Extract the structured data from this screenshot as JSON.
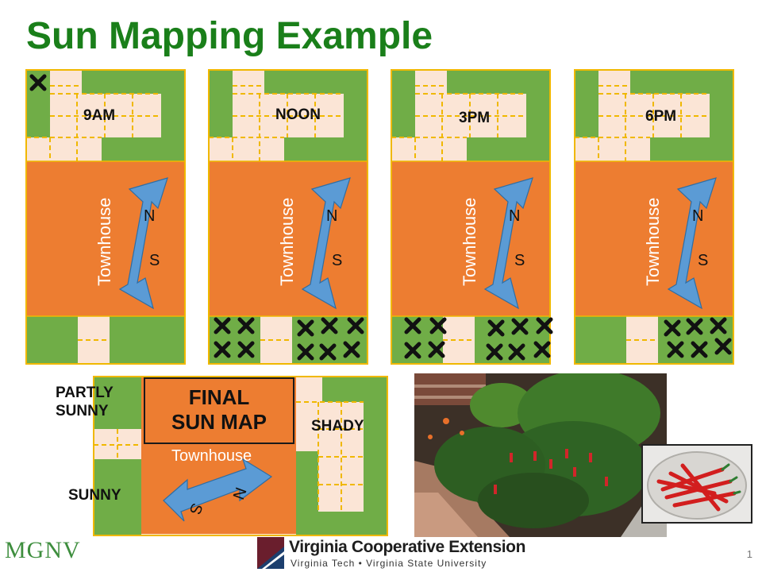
{
  "title": "Sun Mapping Example",
  "panels": [
    {
      "time": "9AM",
      "house_label": "Townhouse",
      "compass_n": "N",
      "compass_s": "S"
    },
    {
      "time": "NOON",
      "house_label": "Townhouse",
      "compass_n": "N",
      "compass_s": "S"
    },
    {
      "time": "3PM",
      "house_label": "Townhouse",
      "compass_n": "N",
      "compass_s": "S"
    },
    {
      "time": "6PM",
      "house_label": "Townhouse",
      "compass_n": "N",
      "compass_s": "S"
    }
  ],
  "final_map": {
    "heading_line1": "FINAL",
    "heading_line2": "SUN MAP",
    "house_label": "Townhouse",
    "compass_n": "N",
    "compass_s": "S",
    "label_partly_sunny_1": "PARTLY",
    "label_partly_sunny_2": "SUNNY",
    "label_sunny": "SUNNY",
    "label_shady": "SHADY"
  },
  "colors": {
    "green": "#70ad47",
    "orange": "#ed7d31",
    "path": "#fbe5d6",
    "frame": "#f0b800",
    "arrow": "#5b9bd5",
    "title": "#1a7f1a"
  },
  "footer": {
    "mgnv": "MGNV",
    "vce_title": "Virginia Cooperative Extension",
    "vce_subtitle": "Virginia Tech • Virginia State University",
    "page_number": "1"
  }
}
